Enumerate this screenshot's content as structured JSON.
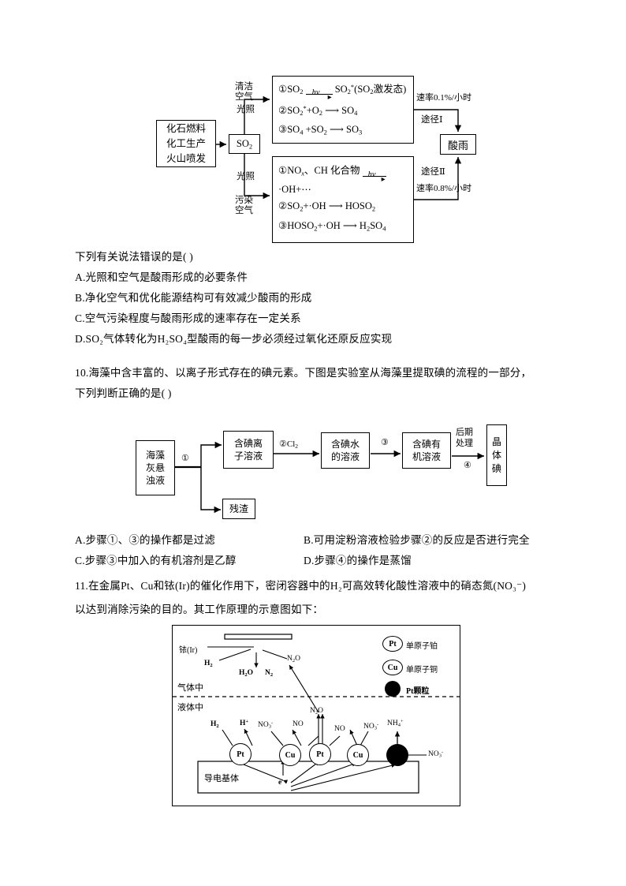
{
  "diagram_acid_rain": {
    "source_box": [
      "化石燃料",
      "化工生产",
      "火山喷发"
    ],
    "so2_label": "SO2",
    "branch_top_labels": [
      "清洁",
      "空气",
      "光照"
    ],
    "branch_bottom_labels": [
      "光照",
      "污染",
      "空气"
    ],
    "path1_label": "途径Ⅰ",
    "path2_label": "途径Ⅱ",
    "rate1": "速率0.1%/小时",
    "rate2": "速率0.8%/小时",
    "acid_rain_label": "酸雨",
    "box1_equations": [
      "①SO₂ —hv→ SO₂*(SO₂激发态)",
      "②SO₂*+O₂ —→ SO₄",
      "③SO₄ +SO₂ —→ SO₃"
    ],
    "box2_equations": [
      "①NOx、CH 化合物 —hv→",
      "·OH+…",
      "②SO₂+·OH —→ HOSO₂",
      "③HOSO₂+·OH —→ H₂SO₄"
    ]
  },
  "question9": {
    "stem": "下列有关说法错误的是(  )",
    "options": [
      "A.光照和空气是酸雨形成的必要条件",
      "B.净化空气和优化能源结构可有效减少酸雨的形成",
      "C.空气污染程度与酸雨形成的速率存在一定关系",
      "D.SO₂气体转化为H₂SO₄型酸雨的每一步必须经过氧化还原反应实现"
    ]
  },
  "question10": {
    "stem_line1": "10.海藻中含丰富的、以离子形式存在的碘元素。下图是实验室从海藻里提取碘的流程的一部分，",
    "stem_line2": "下列判断正确的是(  )",
    "flow": {
      "start_box": [
        "海藻",
        "灰悬",
        "浊液"
      ],
      "step1": "①",
      "box_ion": [
        "含碘离",
        "子溶液"
      ],
      "residue": "残渣",
      "step2": "②Cl₂",
      "box_water": [
        "含碘水",
        "的溶液"
      ],
      "step3": "③",
      "box_org": [
        "含碘有",
        "机溶液"
      ],
      "post_label": [
        "后期",
        "处理"
      ],
      "step4": "④",
      "end_box": [
        "晶",
        "体",
        "碘"
      ]
    },
    "options": [
      "A.步骤①、③的操作都是过滤",
      "B.可用淀粉溶液检验步骤②的反应是否进行完全",
      "C.步骤③中加入的有机溶剂是乙醇",
      "D.步骤④的操作是蒸馏"
    ]
  },
  "question11": {
    "stem_line1": "11.在金属Pt、Cu和铱(Ir)的催化作用下，密闭容器中的H₂可高效转化酸性溶液中的硝态氮(NO₃⁻)",
    "stem_line2": "以达到消除污染的目的。其工作原理的示意图如下：",
    "diagram": {
      "phase_gas": "气体中",
      "phase_liquid": "液体中",
      "substrate": "导电基体",
      "ir_label": "铱(Ir)",
      "gas_species": [
        "H₂",
        "H₂O",
        "N₂",
        "N₂O"
      ],
      "liquid_n2o": "N₂O",
      "electron": "e⁻",
      "legend": [
        {
          "marker": "Pt",
          "text": "单原子铂"
        },
        {
          "marker": "Cu",
          "text": "单原子铜"
        },
        {
          "marker": "dot",
          "text": "Pt颗粒"
        }
      ],
      "sites": [
        {
          "label": "Pt",
          "in": "H₂",
          "out": "H⁺"
        },
        {
          "label": "Cu",
          "in": "NO₃⁻",
          "out": "NO"
        },
        {
          "label": "Pt",
          "in": "NO",
          "out": "N₂O"
        },
        {
          "label": "Cu",
          "in": "NO₃⁻",
          "out": "NO"
        },
        {
          "label": "dot",
          "in": "NO₃⁻",
          "out": "NH₄⁺"
        }
      ]
    }
  },
  "colors": {
    "ink": "#000000",
    "paper": "#ffffff"
  }
}
